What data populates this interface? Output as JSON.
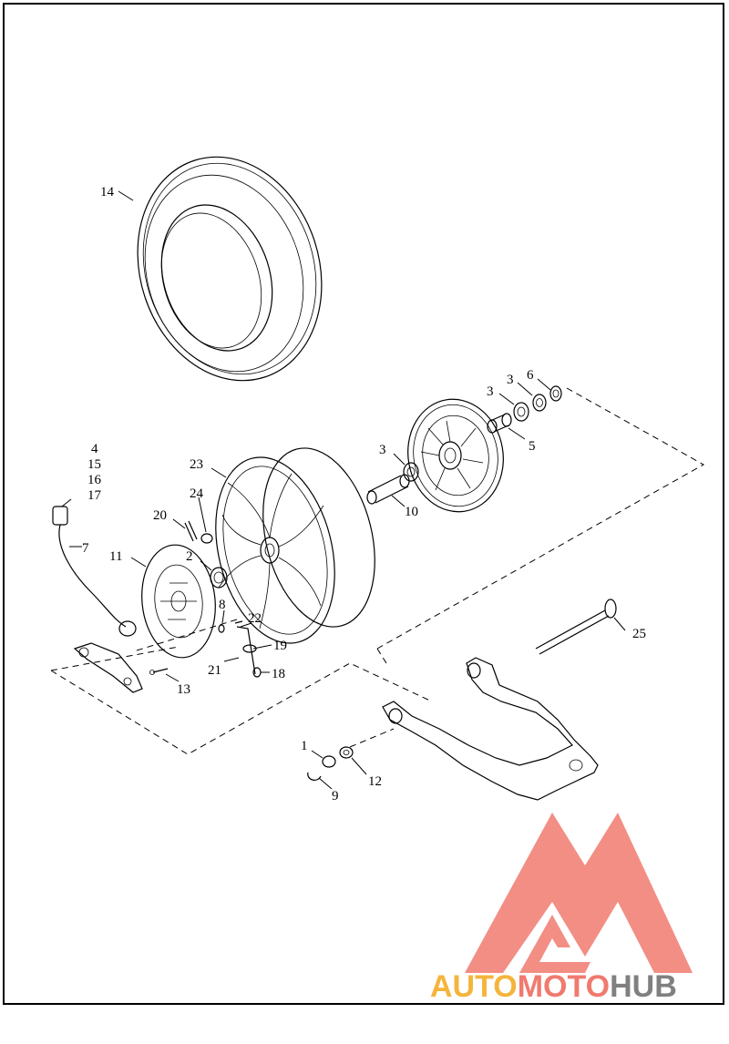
{
  "labels": {
    "p1": "1",
    "p2": "2",
    "p3a": "3",
    "p3b": "3",
    "p3c": "3",
    "p4": "4",
    "p5": "5",
    "p6": "6",
    "p7": "7",
    "p8": "8",
    "p9": "9",
    "p10": "10",
    "p11": "11",
    "p12": "12",
    "p13": "13",
    "p14": "14",
    "p15": "15",
    "p16": "16",
    "p17": "17",
    "p18": "18",
    "p19": "19",
    "p20": "20",
    "p21": "21",
    "p22": "22",
    "p23": "23",
    "p24": "24",
    "p25": "25"
  },
  "watermark": {
    "word_a": "AUTO",
    "word_b": "MOTO",
    "word_c": "HUB",
    "color_primary": "#f07a6e",
    "color_secondary": "#f5b43c",
    "color_tertiary": "#808080"
  }
}
